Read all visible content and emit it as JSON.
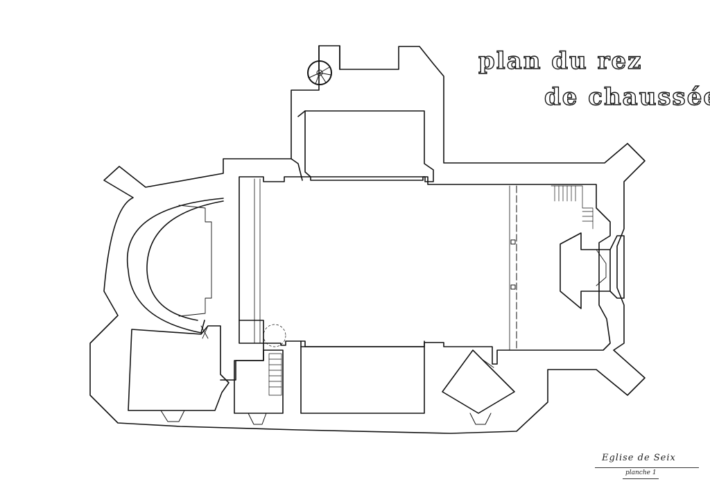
{
  "title": {
    "line1": "plan du rez",
    "line2": "de chaussée"
  },
  "caption": {
    "name": "Eglise de Seix",
    "sheet": "planche 1"
  },
  "colors": {
    "ink": "#111111",
    "paper": "#ffffff"
  }
}
